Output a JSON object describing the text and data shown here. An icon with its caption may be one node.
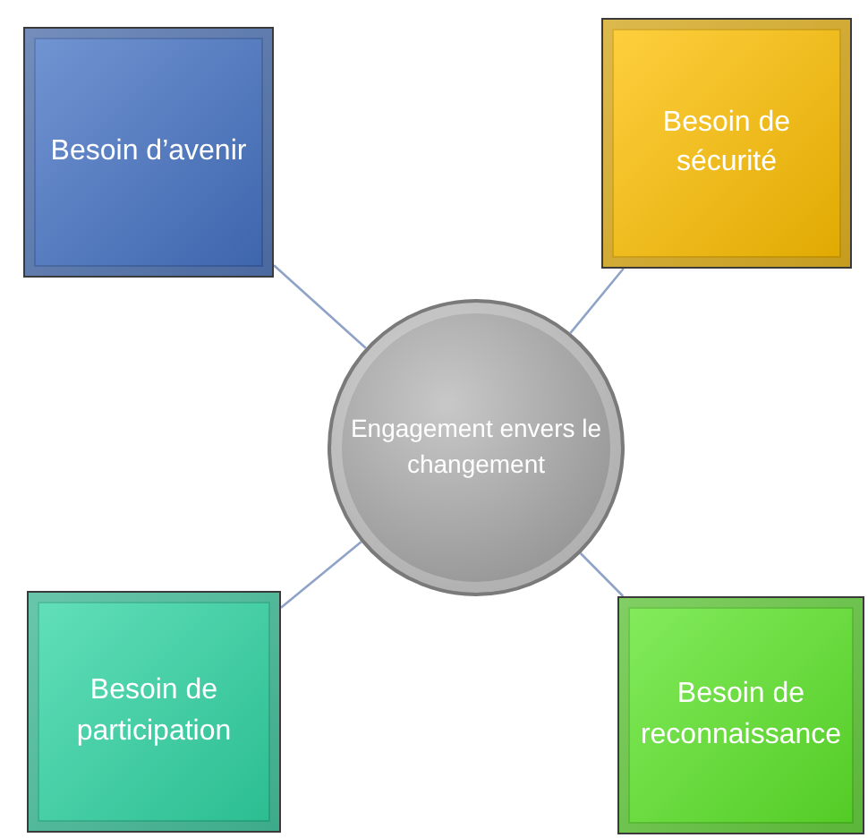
{
  "diagram": {
    "nodes": [
      {
        "text": [
          "Besoin d’avenir"
        ]
      },
      {
        "text": [
          "Besoin de sécurité"
        ]
      },
      {
        "text": [
          "Engagement envers le changement"
        ]
      },
      {
        "text": [
          "Besoin de participation"
        ]
      },
      {
        "text": [
          "Besoin de reconnaissance"
        ]
      }
    ],
    "edges": [
      {
        "from": 2,
        "to": 0,
        "arrow": "none"
      },
      {
        "from": 2,
        "to": 1,
        "arrow": "none"
      },
      {
        "from": 2,
        "to": 3,
        "arrow": "none"
      },
      {
        "from": 2,
        "to": 4,
        "arrow": "none"
      }
    ]
  }
}
